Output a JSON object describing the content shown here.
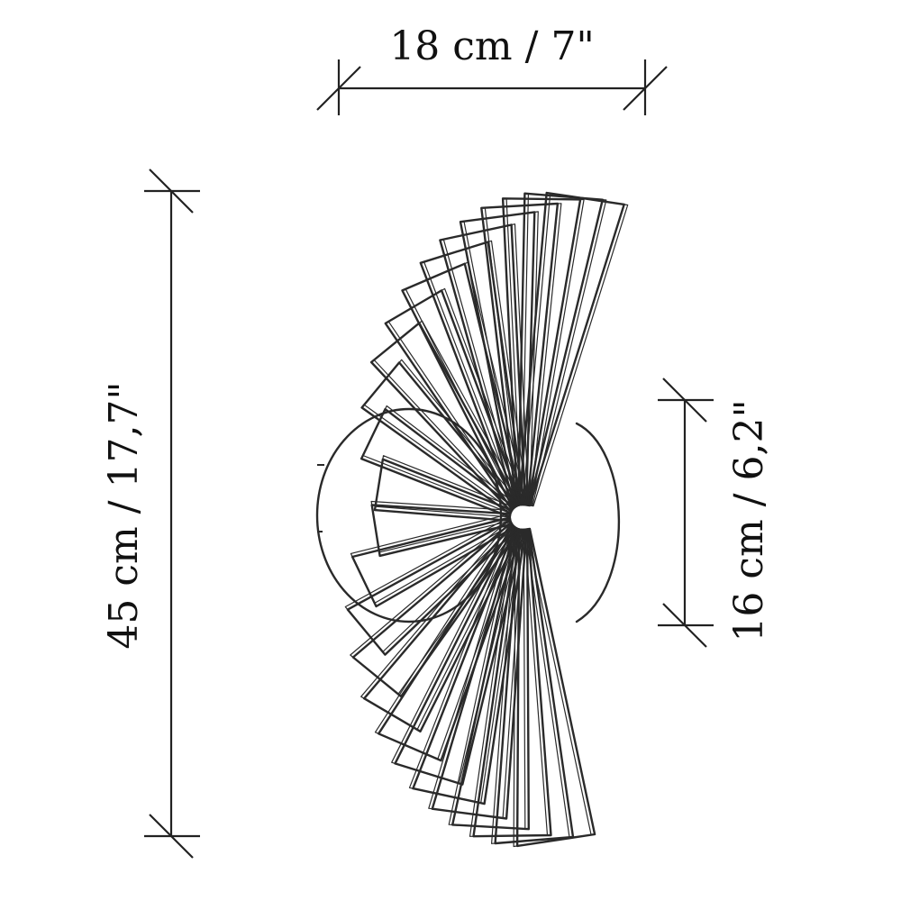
{
  "dimensions": {
    "width_label": "18 cm / 7\"",
    "height_label": "45 cm / 17,7\"",
    "depth_label": "16 cm / 6,2\""
  },
  "colors": {
    "line": "#222222",
    "wire_stroke": "#2a2a2a",
    "wire_fill": "#ffffff",
    "globe_fill": "#ffffff",
    "background": "#ffffff"
  },
  "lamp": {
    "wire_loops": 26,
    "globe": "globe-shade"
  }
}
